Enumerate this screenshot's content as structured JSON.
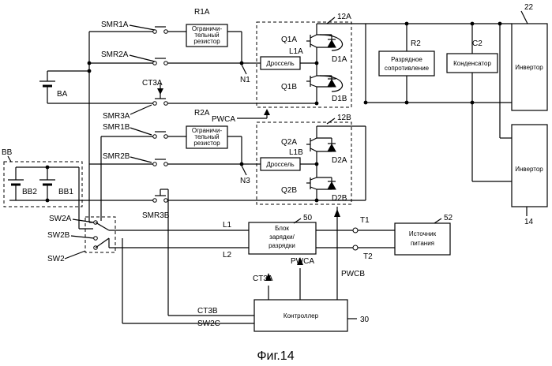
{
  "figure": {
    "caption": "Фиг.14",
    "ref_numbers": {
      "inverter_a": "22",
      "inverter_b": "14",
      "converter_a": "12A",
      "converter_b": "12B",
      "charger": "50",
      "power_source": "52",
      "controller": "30",
      "battery_group": "BB"
    },
    "blocks": {
      "resistor_a_line1": "Ограничи-",
      "resistor_a_line2": "тельный",
      "resistor_a_line3": "резистор",
      "resistor_b_line1": "Ограничи-",
      "resistor_b_line2": "тельный",
      "resistor_b_line3": "резистор",
      "choke_a": "Дроссель",
      "choke_b": "Дроссель",
      "discharge_line1": "Разрядное",
      "discharge_line2": "сопротивление",
      "capacitor": "Конденсатор",
      "inverter_a": "Инвертор",
      "inverter_b": "Инвертор",
      "charger_line1": "Блок",
      "charger_line2": "зарядки/",
      "charger_line3": "разрядки",
      "source_line1": "Источник",
      "source_line2": "питания",
      "controller": "Контроллер"
    },
    "labels": {
      "smr1a": "SMR1A",
      "smr2a": "SMR2A",
      "smr3a": "SMR3A",
      "smr1b": "SMR1B",
      "smr2b": "SMR2B",
      "smr3b": "SMR3B",
      "r1a": "R1A",
      "r2a": "R2A",
      "r2": "R2",
      "c2": "C2",
      "ba": "BA",
      "bb1": "BB1",
      "bb2": "BB2",
      "ct3a_top": "CT3A",
      "ct3a_ctrl": "CT3A",
      "n1": "N1",
      "n3": "N3",
      "q1a": "Q1A",
      "q1b": "Q1B",
      "l1a": "L1A",
      "d1a": "D1A",
      "d1b": "D1B",
      "q2a": "Q2A",
      "q2b": "Q2B",
      "l1b": "L1B",
      "d2a": "D2A",
      "d2b": "D2B",
      "pwca_top": "PWCA",
      "pwca_ctrl": "PWCA",
      "pwcb": "PWCB",
      "sw2a": "SW2A",
      "sw2b": "SW2B",
      "sw2": "SW2",
      "l1": "L1",
      "l2": "L2",
      "t1": "T1",
      "t2": "T2",
      "ct3b": "CT3B",
      "sw2c": "SW2C"
    }
  }
}
